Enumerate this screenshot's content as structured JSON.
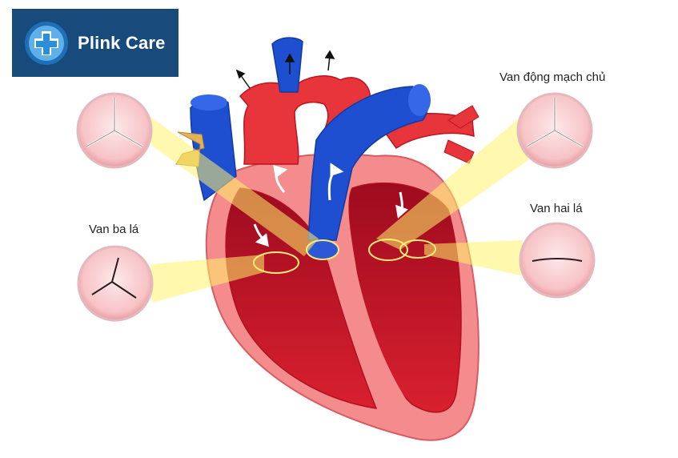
{
  "brand": {
    "name": "Plink Care",
    "logo_icon": "medical-cross-logo-icon",
    "bg_color": "#184a7c"
  },
  "labels": {
    "aortic_valve": "Van động mạch chủ",
    "mitral_valve": "Van hai lá",
    "tricuspid_valve": "Van ba lá"
  },
  "colors": {
    "oxygenated": "#e8353b",
    "deoxygenated": "#1f4fd1",
    "heart_wall": "#f4898a",
    "chamber": "#c8102e",
    "highlight": "#fff27a"
  }
}
